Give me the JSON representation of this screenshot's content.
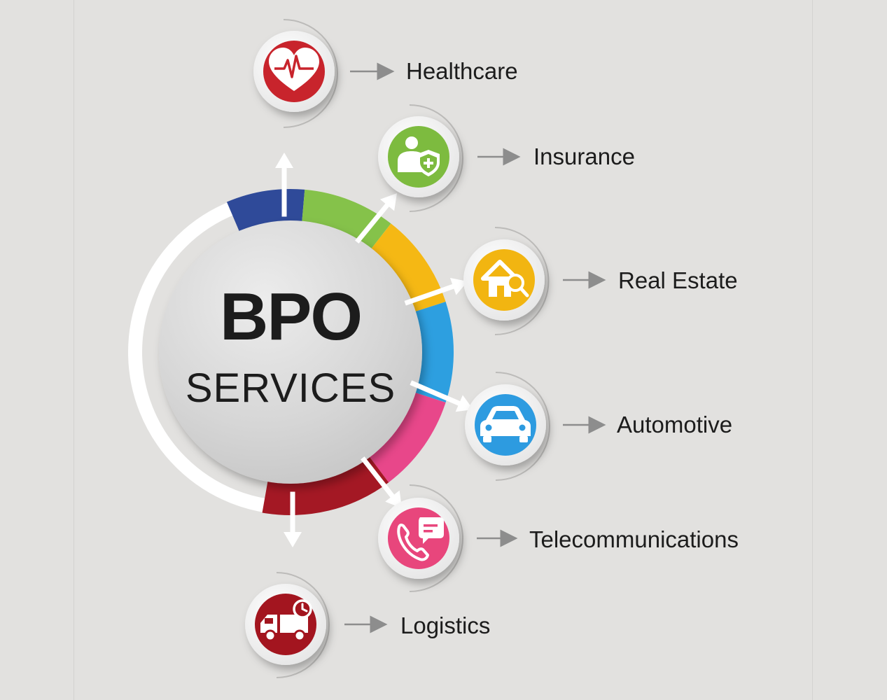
{
  "center": {
    "title": "BPO",
    "subtitle": "SERVICES"
  },
  "colors": {
    "background": "#e2e1df",
    "ring_base": "#ffffff",
    "outline": "#bcbbb9",
    "arrow_small": "#8d8d8d",
    "text": "#1c1c1c"
  },
  "sectors": [
    {
      "name": "Healthcare",
      "color": "#c8242c",
      "segment_color": "#2f4a99",
      "icon": "heart-pulse-icon"
    },
    {
      "name": "Insurance",
      "color": "#7dbb3f",
      "segment_color": "#85c24a",
      "icon": "insured-person-shield-icon"
    },
    {
      "name": "Real Estate",
      "color": "#f2b511",
      "segment_color": "#f5b814",
      "icon": "house-search-icon"
    },
    {
      "name": "Automotive",
      "color": "#2d9be0",
      "segment_color": "#2d9fe0",
      "icon": "car-icon"
    },
    {
      "name": "Telecommunications",
      "color": "#e8467c",
      "segment_color": "#e8478a",
      "icon": "phone-chat-icon"
    },
    {
      "name": "Logistics",
      "color": "#a3151f",
      "segment_color": "#a41824",
      "icon": "delivery-truck-clock-icon"
    }
  ]
}
